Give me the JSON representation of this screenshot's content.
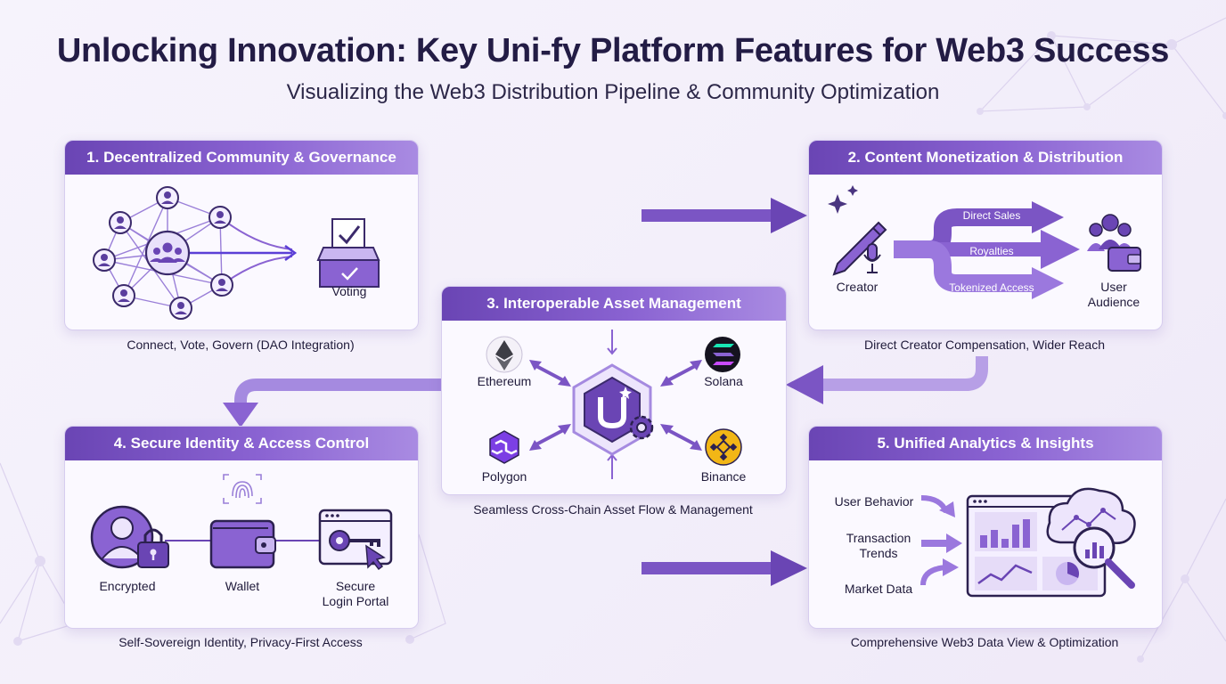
{
  "header": {
    "title": "Unlocking Innovation: Key Uni-fy Platform Features for Web3 Success",
    "subtitle": "Visualizing the Web3 Distribution Pipeline & Community Optimization"
  },
  "panels": {
    "community": {
      "heading": "1. Decentralized Community & Governance",
      "voting_label": "Voting",
      "caption": "Connect, Vote, Govern (DAO Integration)"
    },
    "monetization": {
      "heading": "2. Content Monetization & Distribution",
      "creator_label": "Creator",
      "streams": [
        "Direct Sales",
        "Royalties",
        "Tokenized Access"
      ],
      "audience_label_line1": "User",
      "audience_label_line2": "Audience",
      "caption": "Direct Creator Compensation, Wider Reach"
    },
    "assets": {
      "heading": "3. Interoperable Asset Management",
      "chains": [
        "Ethereum",
        "Solana",
        "Polygon",
        "Binance"
      ],
      "caption": "Seamless Cross-Chain Asset Flow & Management"
    },
    "identity": {
      "heading": "4. Secure Identity & Access Control",
      "encrypted_label": "Encrypted",
      "wallet_label": "Wallet",
      "portal_label_line1": "Secure",
      "portal_label_line2": "Login Portal",
      "caption": "Self-Sovereign Identity, Privacy-First Access"
    },
    "analytics": {
      "heading": "5. Unified Analytics & Insights",
      "inputs": [
        "User Behavior",
        "Transaction Trends",
        "Market Data"
      ],
      "caption": "Comprehensive Web3 Data View & Optimization"
    }
  },
  "icons": {
    "community": "network-people-icon",
    "voting": "ballot-box-icon",
    "creator": "pen-microphone-icon",
    "audience": "people-wallet-icon",
    "hub": "unify-hexagon-gear-icon",
    "ethereum": "ethereum-logo-icon",
    "solana": "solana-logo-icon",
    "polygon": "polygon-logo-icon",
    "binance": "binance-logo-icon",
    "encrypted": "user-lock-icon",
    "fingerprint": "fingerprint-icon",
    "wallet": "wallet-icon",
    "portal": "key-browser-icon",
    "dashboard": "dashboard-magnifier-icon"
  },
  "colors": {
    "primary": "#6a45b4",
    "accent": "#8a63d2",
    "light": "#cbb8ef",
    "text": "#1f1a3a"
  }
}
